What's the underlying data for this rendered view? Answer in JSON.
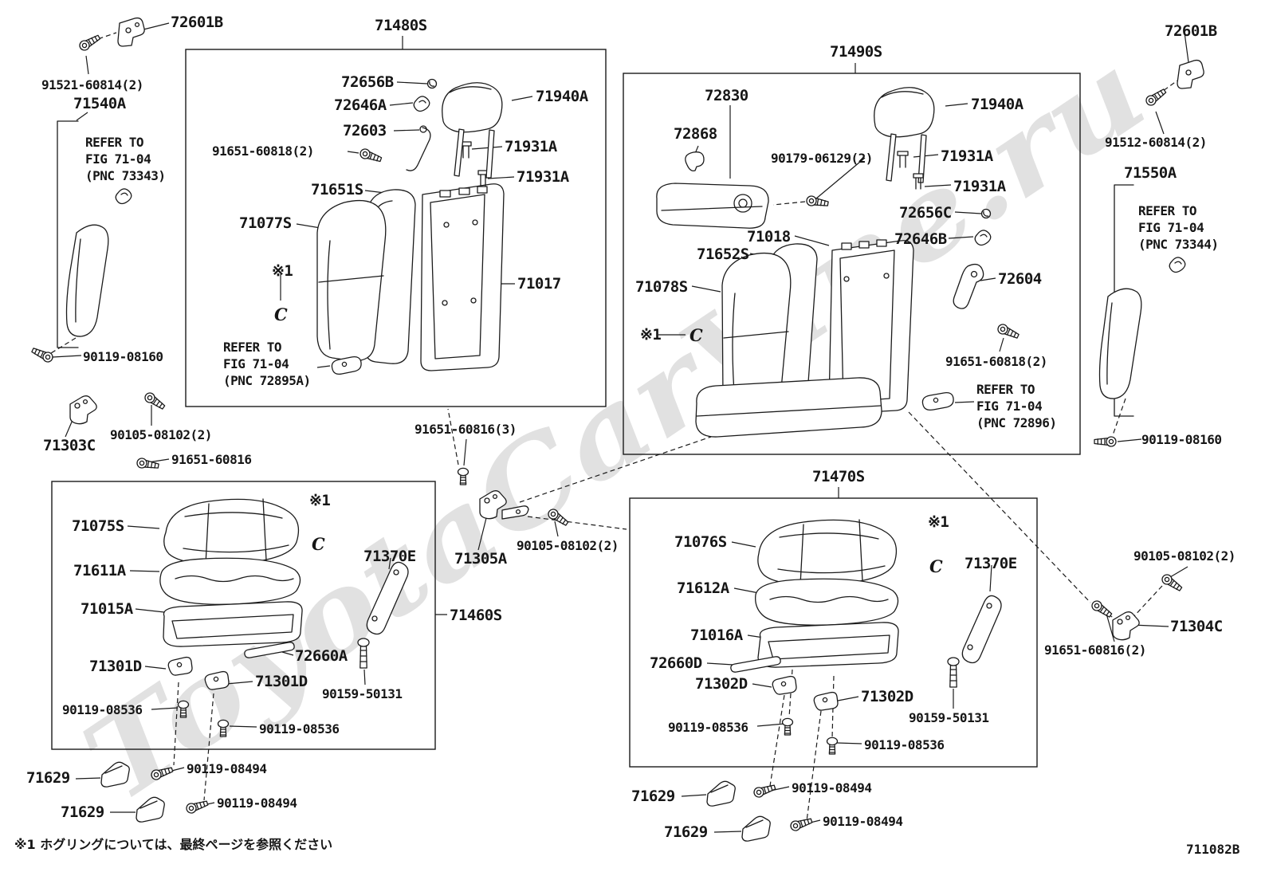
{
  "document": {
    "footnote": "※1 ホグリングについては、最終ページを参照ください",
    "doc_number": "711082B",
    "watermark": "ToyotaCarVine.ru"
  },
  "colors": {
    "line": "#1b1b1b",
    "background": "#ffffff",
    "watermark": "rgba(90,90,90,0.18)"
  },
  "labels": [
    {
      "text": "72601B"
    },
    {
      "text": "71480S"
    },
    {
      "text": "71490S"
    },
    {
      "text": "72601B"
    },
    {
      "text": "91521-60814(2)"
    },
    {
      "text": "71540A"
    },
    {
      "text": "REFER TO\nFIG 71-04\n(PNC 73343)"
    },
    {
      "text": "72656B"
    },
    {
      "text": "72646A"
    },
    {
      "text": "72603"
    },
    {
      "text": "91651-60818(2)"
    },
    {
      "text": "71940A"
    },
    {
      "text": "71931A"
    },
    {
      "text": "71931A"
    },
    {
      "text": "71651S"
    },
    {
      "text": "71077S"
    },
    {
      "text": "※1"
    },
    {
      "text": "C"
    },
    {
      "text": "71017"
    },
    {
      "text": "REFER TO\nFIG 71-04\n(PNC 72895A)"
    },
    {
      "text": "72830"
    },
    {
      "text": "72868"
    },
    {
      "text": "90179-06129(2)"
    },
    {
      "text": "71940A"
    },
    {
      "text": "71931A"
    },
    {
      "text": "71931A"
    },
    {
      "text": "72656C"
    },
    {
      "text": "72646B"
    },
    {
      "text": "71018"
    },
    {
      "text": "71652S"
    },
    {
      "text": "71078S"
    },
    {
      "text": "※1"
    },
    {
      "text": "C"
    },
    {
      "text": "72604"
    },
    {
      "text": "91651-60818(2)"
    },
    {
      "text": "REFER TO\nFIG 71-04\n(PNC 72896)"
    },
    {
      "text": "91512-60814(2)"
    },
    {
      "text": "71550A"
    },
    {
      "text": "REFER TO\nFIG 71-04\n(PNC 73344)"
    },
    {
      "text": "90119-08160"
    },
    {
      "text": "90105-08102(2)"
    },
    {
      "text": "71303C"
    },
    {
      "text": "91651-60816"
    },
    {
      "text": "91651-60816(3)"
    },
    {
      "text": "90105-08102(2)"
    },
    {
      "text": "71305A"
    },
    {
      "text": "71470S"
    },
    {
      "text": "90119-08160"
    },
    {
      "text": "71075S"
    },
    {
      "text": "71611A"
    },
    {
      "text": "71015A"
    },
    {
      "text": "※1"
    },
    {
      "text": "C"
    },
    {
      "text": "71370E"
    },
    {
      "text": "71460S"
    },
    {
      "text": "72660A"
    },
    {
      "text": "71301D"
    },
    {
      "text": "71301D"
    },
    {
      "text": "90159-50131"
    },
    {
      "text": "90119-08536"
    },
    {
      "text": "90119-08536"
    },
    {
      "text": "71629"
    },
    {
      "text": "90119-08494"
    },
    {
      "text": "71629"
    },
    {
      "text": "90119-08494"
    },
    {
      "text": "71076S"
    },
    {
      "text": "71612A"
    },
    {
      "text": "※1"
    },
    {
      "text": "C"
    },
    {
      "text": "71370E"
    },
    {
      "text": "71016A"
    },
    {
      "text": "72660D"
    },
    {
      "text": "71302D"
    },
    {
      "text": "71302D"
    },
    {
      "text": "90119-08536"
    },
    {
      "text": "90159-50131"
    },
    {
      "text": "90119-08536"
    },
    {
      "text": "71629"
    },
    {
      "text": "90119-08494"
    },
    {
      "text": "71629"
    },
    {
      "text": "90119-08494"
    },
    {
      "text": "90105-08102(2)"
    },
    {
      "text": "71304C"
    },
    {
      "text": "91651-60816(2)"
    }
  ]
}
